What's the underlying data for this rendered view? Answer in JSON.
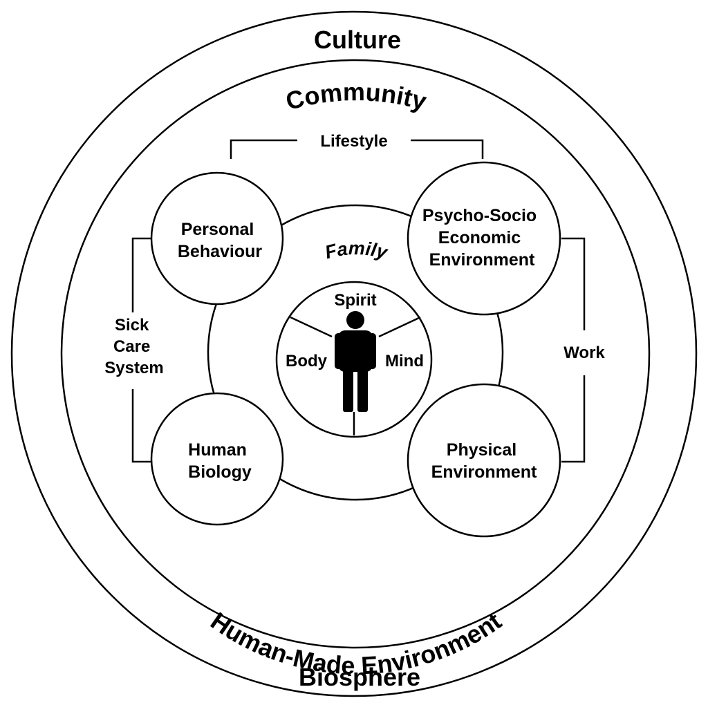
{
  "rings": {
    "culture": "Culture",
    "biosphere": "Biosphere",
    "community": "Community",
    "human_made_environment": "Human-Made Environment",
    "family": "Family"
  },
  "connectors": {
    "lifestyle": "Lifestyle",
    "sick_care_system": [
      "Sick",
      "Care",
      "System"
    ],
    "work": "Work"
  },
  "determinants": {
    "personal_behaviour": [
      "Personal",
      "Behaviour"
    ],
    "psycho_socio_economic": [
      "Psycho-Socio",
      "Economic",
      "Environment"
    ],
    "human_biology": [
      "Human",
      "Biology"
    ],
    "physical_environment": [
      "Physical",
      "Environment"
    ]
  },
  "person": {
    "spirit": "Spirit",
    "body": "Body",
    "mind": "Mind",
    "icon": "person-icon"
  },
  "colors": {
    "stroke": "#000000",
    "background": "#ffffff"
  }
}
